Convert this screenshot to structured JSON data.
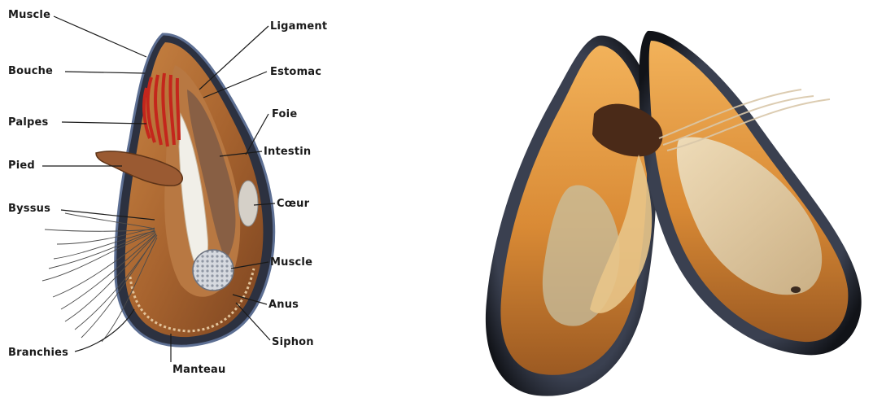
{
  "diagram": {
    "labels_left": {
      "muscle_top": "Muscle",
      "bouche": "Bouche",
      "palpes": "Palpes",
      "pied": "Pied",
      "byssus": "Byssus",
      "branchies": "Branchies"
    },
    "labels_right": {
      "ligament": "Ligament",
      "estomac": "Estomac",
      "foie": "Foie",
      "intestin": "Intestin",
      "coeur": "Cœur",
      "muscle_bottom": "Muscle",
      "anus": "Anus",
      "siphon": "Siphon"
    },
    "label_bottom": {
      "manteau": "Manteau"
    }
  },
  "colors": {
    "shell_dark": "#2b2f3a",
    "shell_rim": "#5a6a8a",
    "flesh_brown": "#9a5a2c",
    "flesh_orange": "#c8782f",
    "palpes_red": "#c0281e",
    "muscle_grey": "#b8bcc4",
    "photo_orange": "#d9903a",
    "photo_cream": "#e9d7b8"
  }
}
